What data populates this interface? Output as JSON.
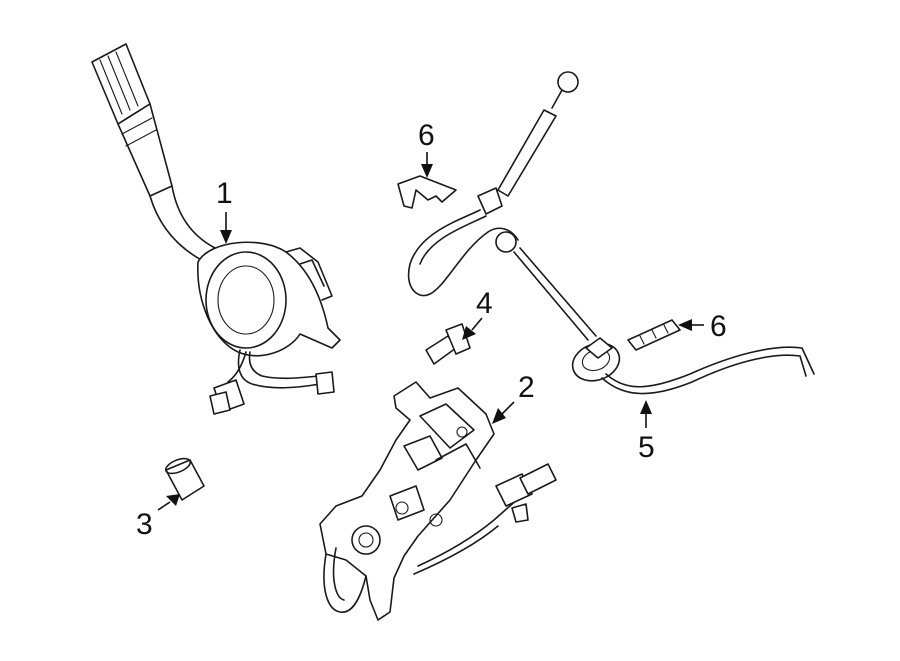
{
  "callouts": [
    {
      "id": "1",
      "label": "1"
    },
    {
      "id": "2",
      "label": "2"
    },
    {
      "id": "3",
      "label": "3"
    },
    {
      "id": "4",
      "label": "4"
    },
    {
      "id": "5",
      "label": "5"
    },
    {
      "id": "6a",
      "label": "6"
    },
    {
      "id": "6b",
      "label": "6"
    }
  ],
  "colors": {
    "line": "#1a1a1a",
    "background": "#ffffff"
  }
}
